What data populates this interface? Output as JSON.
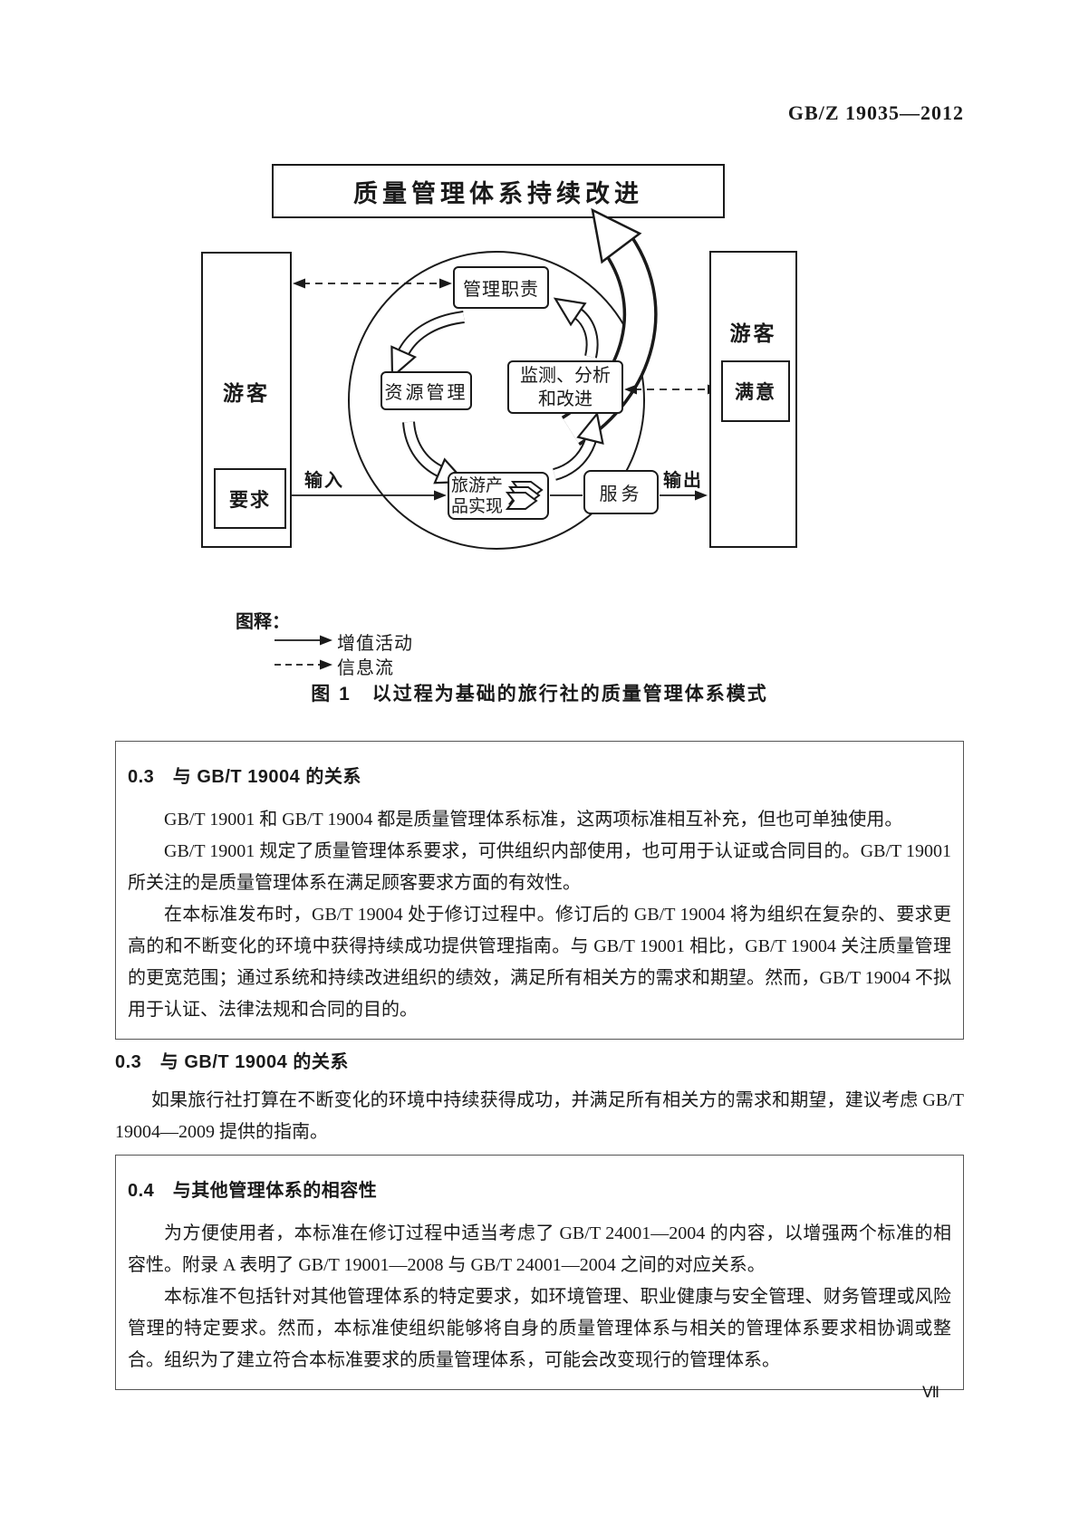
{
  "header": {
    "doc_number": "GB/Z 19035—2012"
  },
  "figure": {
    "top_banner": "质量管理体系持续改进",
    "left_entity": "游客",
    "left_sub": "要求",
    "right_entity": "游客",
    "right_sub": "满意",
    "box_management": "管理职责",
    "box_resources": "资源管理",
    "box_monitoring": "监测、分析\n和改进",
    "box_realization": "旅游产\n品实现",
    "box_service": "服务",
    "label_input": "输入",
    "label_output": "输出",
    "legend_title": "图释：",
    "legend_solid": "增值活动",
    "legend_dashed": "信息流",
    "caption": "图 1　以过程为基础的旅行社的质量管理体系模式"
  },
  "sections": {
    "s1": {
      "heading": "0.3　与 GB/T 19004 的关系",
      "p1": "GB/T 19001 和 GB/T 19004 都是质量管理体系标准，这两项标准相互补充，但也可单独使用。",
      "p2": "GB/T 19001 规定了质量管理体系要求，可供组织内部使用，也可用于认证或合同目的。GB/T 19001所关注的是质量管理体系在满足顾客要求方面的有效性。",
      "p3": "在本标准发布时，GB/T 19004 处于修订过程中。修订后的 GB/T 19004 将为组织在复杂的、要求更高的和不断变化的环境中获得持续成功提供管理指南。与 GB/T 19001 相比，GB/T 19004 关注质量管理的更宽范围；通过系统和持续改进组织的绩效，满足所有相关方的需求和期望。然而，GB/T 19004 不拟用于认证、法律法规和合同的目的。"
    },
    "s2": {
      "heading": "0.3　与 GB/T 19004 的关系",
      "p1": "如果旅行社打算在不断变化的环境中持续获得成功，并满足所有相关方的需求和期望，建议考虑 GB/T 19004—2009 提供的指南。"
    },
    "s3": {
      "heading": "0.4　与其他管理体系的相容性",
      "p1": "为方便使用者，本标准在修订过程中适当考虑了 GB/T 24001—2004 的内容，以增强两个标准的相容性。附录 A 表明了 GB/T 19001—2008 与 GB/T 24001—2004 之间的对应关系。",
      "p2": "本标准不包括针对其他管理体系的特定要求，如环境管理、职业健康与安全管理、财务管理或风险管理的特定要求。然而，本标准使组织能够将自身的质量管理体系与相关的管理体系要求相协调或整合。组织为了建立符合本标准要求的质量管理体系，可能会改变现行的管理体系。"
    }
  },
  "footer": {
    "page_number": "Ⅶ"
  },
  "colors": {
    "ink": "#1a1a1a",
    "paper": "#ffffff"
  }
}
